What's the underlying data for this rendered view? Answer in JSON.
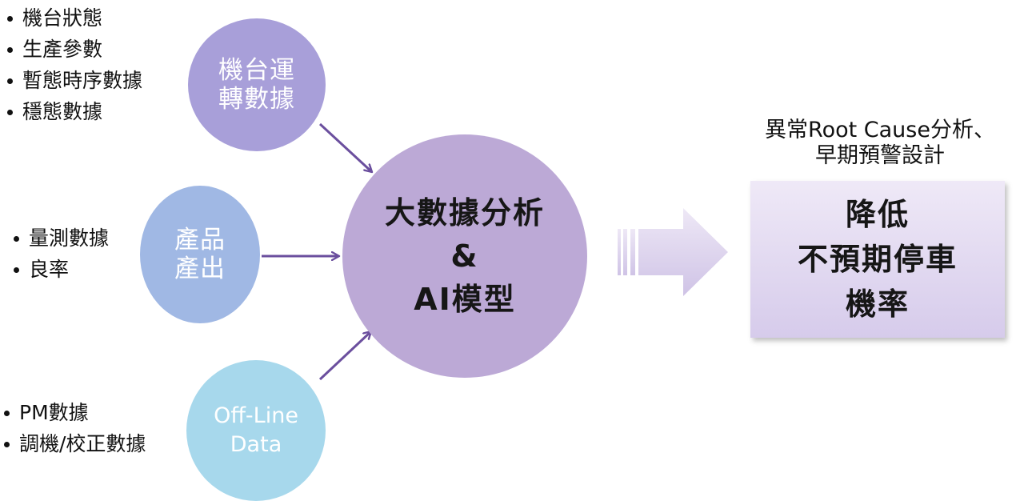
{
  "machine_data": {
    "bullets": [
      "機台狀態",
      "生產參數",
      "暫態時序數據",
      "穩態數據"
    ],
    "circle": [
      "機台運",
      "轉數據"
    ]
  },
  "product_data": {
    "bullets": [
      "量測數據",
      "良率"
    ],
    "circle": [
      "產品",
      "產出"
    ]
  },
  "offline_data": {
    "bullets": [
      "PM數據",
      "調機/校正數據"
    ],
    "circle": [
      "Off-Line",
      "Data"
    ]
  },
  "center": {
    "lines": [
      "大數據分析",
      "&",
      "AI模型"
    ]
  },
  "outcome": {
    "caption_lines": [
      "異常Root Cause分析、",
      "早期預警設計"
    ],
    "box_lines": [
      "降低",
      "不預期停車",
      "機率"
    ]
  },
  "colors": {
    "machine_circle": "#a89fd9",
    "product_circle": "#a0b8e4",
    "offline_circle": "#a7d8ec",
    "center_circle": "#bca9d6",
    "connector": "#6b4f9e",
    "outcome_box": "#e3dbf1"
  }
}
